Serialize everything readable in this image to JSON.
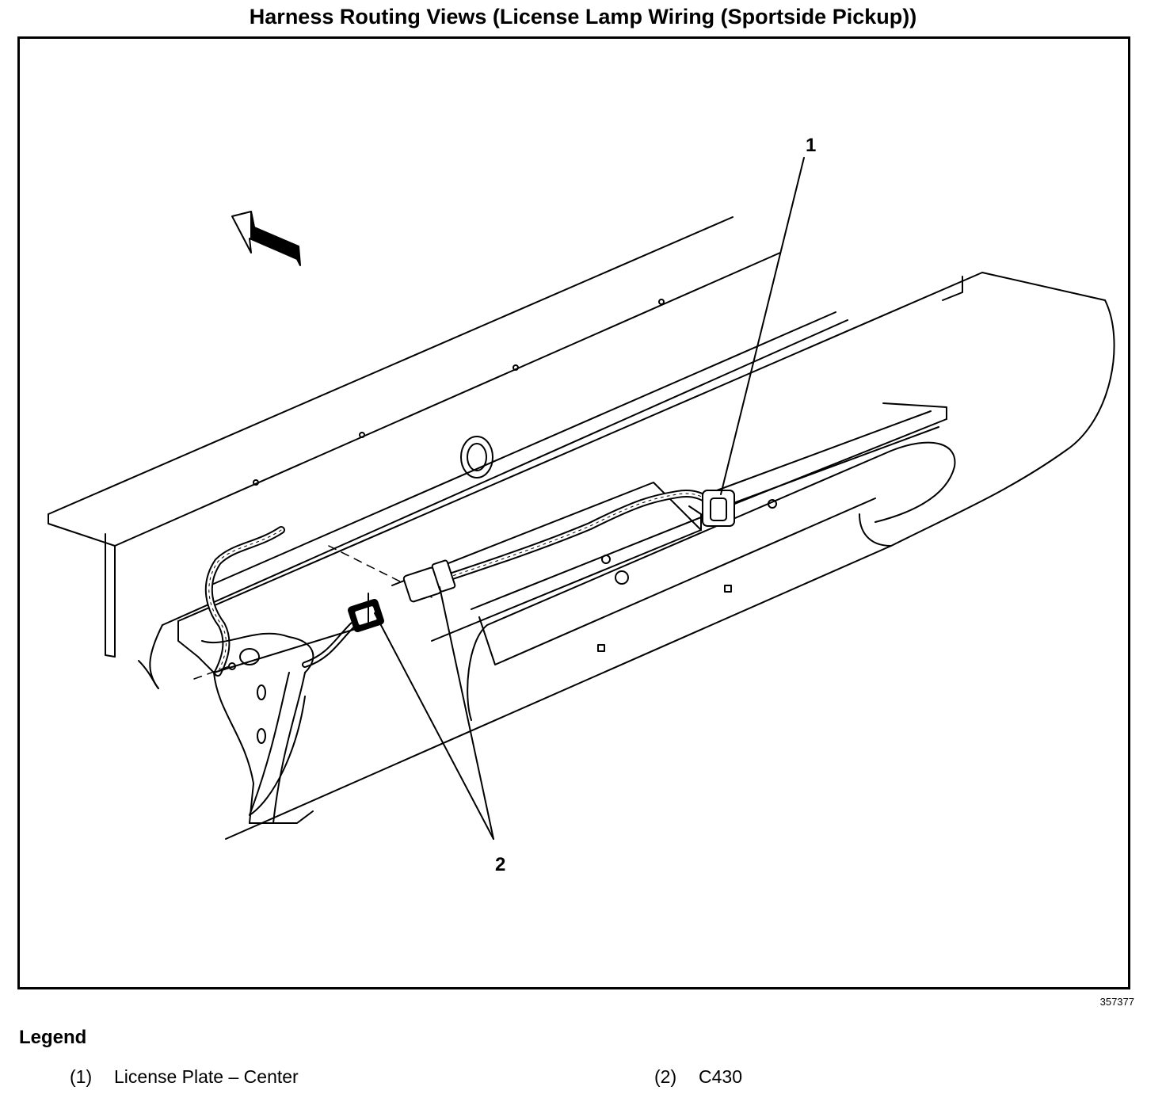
{
  "title": "Harness Routing Views (License Lamp Wiring (Sportside Pickup))",
  "figure_number": "357377",
  "callouts": {
    "c1": "1",
    "c2": "2"
  },
  "legend": {
    "heading": "Legend",
    "items": [
      {
        "number": "(1)",
        "label": "License Plate – Center"
      },
      {
        "number": "(2)",
        "label": "C430"
      }
    ]
  }
}
